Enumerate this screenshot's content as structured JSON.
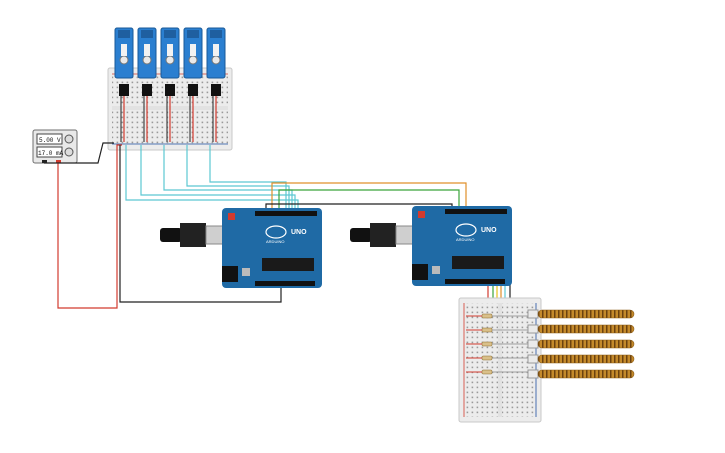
{
  "power_supply": {
    "voltage": "5.00 V",
    "current": "17.0 mA"
  },
  "arduino_left": {
    "logo": "UNO",
    "brand": "ARDUINO"
  },
  "arduino_right": {
    "logo": "UNO",
    "brand": "ARDUINO"
  },
  "colors": {
    "arduino": "#1f6aa5",
    "servo": "#2b7fd0",
    "wire_red": "#d23b2f",
    "wire_black": "#222222",
    "wire_teal": "#5cc8d2",
    "wire_orange": "#e0902a",
    "wire_green": "#3aa33a",
    "flex_sensor": "#c48a2b"
  },
  "servos": [
    "servo-1",
    "servo-2",
    "servo-3",
    "servo-4",
    "servo-5"
  ],
  "flex_sensors": [
    "flex-1",
    "flex-2",
    "flex-3",
    "flex-4",
    "flex-5"
  ]
}
